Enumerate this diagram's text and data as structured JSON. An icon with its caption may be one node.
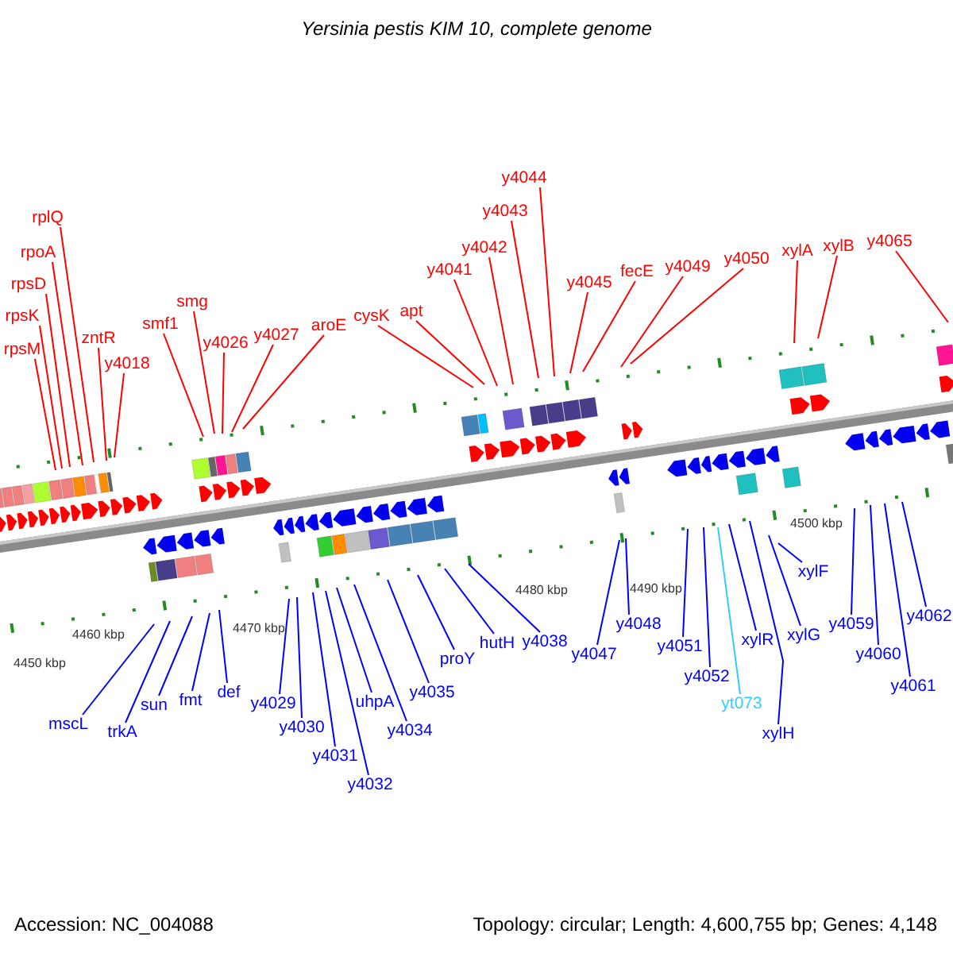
{
  "diagram": {
    "title": "Yersinia pestis KIM 10, complete genome",
    "nodes": [
      {
        "text": [
          "rplQ"
        ]
      },
      {
        "text": [
          "rpoA"
        ]
      },
      {
        "text": [
          "rpsD"
        ]
      },
      {
        "text": [
          "rpsK"
        ]
      },
      {
        "text": [
          "rpsM"
        ]
      },
      {
        "text": [
          "zntR"
        ]
      },
      {
        "text": [
          "y4018"
        ]
      },
      {
        "text": [
          "smf1"
        ]
      },
      {
        "text": [
          "smg"
        ]
      },
      {
        "text": [
          "y4026"
        ]
      },
      {
        "text": [
          "y4027"
        ]
      },
      {
        "text": [
          "aroE"
        ]
      },
      {
        "text": [
          "cysK"
        ]
      },
      {
        "text": [
          "apt"
        ]
      },
      {
        "text": [
          "y4041"
        ]
      },
      {
        "text": [
          "y4042"
        ]
      },
      {
        "text": [
          "y4043"
        ]
      },
      {
        "text": [
          "y4044"
        ]
      },
      {
        "text": [
          "y4045"
        ]
      },
      {
        "text": [
          "fecE"
        ]
      },
      {
        "text": [
          "y4049"
        ]
      },
      {
        "text": [
          "y4050"
        ]
      },
      {
        "text": [
          "xylA"
        ]
      },
      {
        "text": [
          "xylB"
        ]
      },
      {
        "text": [
          "y4065"
        ]
      },
      {
        "text": [
          "mscL"
        ]
      },
      {
        "text": [
          "trkA"
        ]
      },
      {
        "text": [
          "sun"
        ]
      },
      {
        "text": [
          "fmt"
        ]
      },
      {
        "text": [
          "def"
        ]
      },
      {
        "text": [
          "y4029"
        ]
      },
      {
        "text": [
          "y4030"
        ]
      },
      {
        "text": [
          "y4031"
        ]
      },
      {
        "text": [
          "y4032"
        ]
      },
      {
        "text": [
          "uhpA"
        ]
      },
      {
        "text": [
          "y4034"
        ]
      },
      {
        "text": [
          "y4035"
        ]
      },
      {
        "text": [
          "proY"
        ]
      },
      {
        "text": [
          "hutH"
        ]
      },
      {
        "text": [
          "y4038"
        ]
      },
      {
        "text": [
          "y4047"
        ]
      },
      {
        "text": [
          "y4048"
        ]
      },
      {
        "text": [
          "y4051"
        ]
      },
      {
        "text": [
          "y4052"
        ]
      },
      {
        "text": [
          "yt073"
        ]
      },
      {
        "text": [
          "xylR"
        ]
      },
      {
        "text": [
          "xylG"
        ]
      },
      {
        "text": [
          "xylH"
        ]
      },
      {
        "text": [
          "xylF"
        ]
      },
      {
        "text": [
          "y4059"
        ]
      },
      {
        "text": [
          "y4060"
        ]
      },
      {
        "text": [
          "y4061"
        ]
      },
      {
        "text": [
          "y4062"
        ]
      }
    ],
    "edges": [
      {
        "from": 0,
        "to": null,
        "arrow": "none",
        "color": "#ff0000"
      },
      {
        "from": 1,
        "to": null,
        "arrow": "none",
        "color": "#ff0000"
      },
      {
        "from": 2,
        "to": null,
        "arrow": "none",
        "color": "#ff0000"
      },
      {
        "from": 3,
        "to": null,
        "arrow": "none",
        "color": "#ff0000"
      },
      {
        "from": 4,
        "to": null,
        "arrow": "none",
        "color": "#ff0000"
      },
      {
        "from": 5,
        "to": null,
        "arrow": "none",
        "color": "#ff0000"
      },
      {
        "from": 6,
        "to": null,
        "arrow": "none",
        "color": "#ff0000"
      },
      {
        "from": 7,
        "to": null,
        "arrow": "none",
        "color": "#ff0000"
      },
      {
        "from": 8,
        "to": null,
        "arrow": "none",
        "color": "#ff0000"
      },
      {
        "from": 9,
        "to": null,
        "arrow": "none",
        "color": "#ff0000"
      },
      {
        "from": 10,
        "to": null,
        "arrow": "none",
        "color": "#ff0000"
      },
      {
        "from": 11,
        "to": null,
        "arrow": "none",
        "color": "#ff0000"
      },
      {
        "from": 12,
        "to": null,
        "arrow": "none",
        "color": "#ff0000"
      },
      {
        "from": 13,
        "to": null,
        "arrow": "none",
        "color": "#ff0000"
      },
      {
        "from": 14,
        "to": null,
        "arrow": "none",
        "color": "#ff0000"
      },
      {
        "from": 15,
        "to": null,
        "arrow": "none",
        "color": "#ff0000"
      },
      {
        "from": 16,
        "to": null,
        "arrow": "none",
        "color": "#ff0000"
      },
      {
        "from": 17,
        "to": null,
        "arrow": "none",
        "color": "#ff0000"
      },
      {
        "from": 18,
        "to": null,
        "arrow": "none",
        "color": "#ff0000"
      },
      {
        "from": 19,
        "to": null,
        "arrow": "none",
        "color": "#ff0000"
      },
      {
        "from": 20,
        "to": null,
        "arrow": "none",
        "color": "#ff0000"
      },
      {
        "from": 21,
        "to": null,
        "arrow": "none",
        "color": "#ff0000"
      },
      {
        "from": 22,
        "to": null,
        "arrow": "none",
        "color": "#ff0000"
      },
      {
        "from": 23,
        "to": null,
        "arrow": "none",
        "color": "#ff0000"
      },
      {
        "from": 24,
        "to": null,
        "arrow": "none",
        "color": "#ff0000"
      },
      {
        "from": 25,
        "to": null,
        "arrow": "none"
      },
      {
        "from": 26,
        "to": null,
        "arrow": "none"
      },
      {
        "from": 27,
        "to": null,
        "arrow": "none"
      },
      {
        "from": 28,
        "to": null,
        "arrow": "none"
      },
      {
        "from": 29,
        "to": null,
        "arrow": "none"
      },
      {
        "from": 30,
        "to": null,
        "arrow": "none"
      },
      {
        "from": 31,
        "to": null,
        "arrow": "none"
      },
      {
        "from": 32,
        "to": null,
        "arrow": "none"
      },
      {
        "from": 33,
        "to": null,
        "arrow": "none"
      },
      {
        "from": 34,
        "to": null,
        "arrow": "none"
      },
      {
        "from": 35,
        "to": null,
        "arrow": "none"
      },
      {
        "from": 36,
        "to": null,
        "arrow": "none"
      },
      {
        "from": 37,
        "to": null,
        "arrow": "none"
      },
      {
        "from": 38,
        "to": null,
        "arrow": "none"
      },
      {
        "from": 39,
        "to": null,
        "arrow": "none"
      },
      {
        "from": 40,
        "to": null,
        "arrow": "none"
      },
      {
        "from": 41,
        "to": null,
        "arrow": "none"
      },
      {
        "from": 42,
        "to": null,
        "arrow": "none"
      },
      {
        "from": 43,
        "to": null,
        "arrow": "none"
      },
      {
        "from": 44,
        "to": null,
        "arrow": "none",
        "color": "#33ccff"
      },
      {
        "from": 45,
        "to": null,
        "arrow": "none"
      },
      {
        "from": 46,
        "to": null,
        "arrow": "none"
      },
      {
        "from": 47,
        "to": null,
        "arrow": "none"
      },
      {
        "from": 48,
        "to": null,
        "arrow": "none"
      },
      {
        "from": 49,
        "to": null,
        "arrow": "none"
      },
      {
        "from": 50,
        "to": null,
        "arrow": "none"
      },
      {
        "from": 51,
        "to": null,
        "arrow": "none"
      },
      {
        "from": 52,
        "to": null,
        "arrow": "none"
      }
    ],
    "labels": [
      "4450 kbp",
      "4460 kbp",
      "4470 kbp",
      "4480 kbp",
      "4490 kbp",
      "4500 kbp",
      "Accession: NC_004088",
      "Topology: circular; Length: 4,600,755 bp; Genes: 4,148"
    ]
  }
}
